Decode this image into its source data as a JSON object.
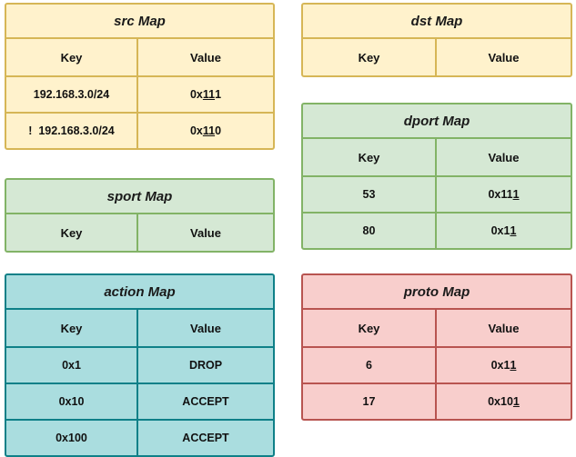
{
  "diagram": {
    "title_suffix": "Map",
    "column_headers": {
      "key": "Key",
      "value": "Value"
    },
    "maps": [
      {
        "id": "src",
        "title": "src Map",
        "color": {
          "border": "#d6b656",
          "fill": "#fff2cc"
        },
        "rows": [
          {
            "key": "192.168.3.0/24",
            "value_prefix": "0x",
            "value_underlined": "11",
            "value_suffix": "1"
          },
          {
            "key": "!  192.168.3.0/24",
            "value_prefix": "0x",
            "value_underlined": "11",
            "value_suffix": "0"
          }
        ]
      },
      {
        "id": "dst",
        "title": "dst Map",
        "color": {
          "border": "#d6b656",
          "fill": "#fff2cc"
        },
        "rows": []
      },
      {
        "id": "sport",
        "title": "sport Map",
        "color": {
          "border": "#82b366",
          "fill": "#d5e8d4"
        },
        "rows": []
      },
      {
        "id": "dport",
        "title": "dport Map",
        "color": {
          "border": "#82b366",
          "fill": "#d5e8d4"
        },
        "rows": [
          {
            "key": "53",
            "value_prefix": "0x11",
            "value_underlined": "1",
            "value_suffix": ""
          },
          {
            "key": "80",
            "value_prefix": "0x1",
            "value_underlined": "1",
            "value_suffix": ""
          }
        ]
      },
      {
        "id": "action",
        "title": "action Map",
        "color": {
          "border": "#0e8088",
          "fill": "#aadddf"
        },
        "rows": [
          {
            "key": "0x1",
            "value_prefix": "DROP",
            "value_underlined": "",
            "value_suffix": ""
          },
          {
            "key": "0x10",
            "value_prefix": "ACCEPT",
            "value_underlined": "",
            "value_suffix": ""
          },
          {
            "key": "0x100",
            "value_prefix": "ACCEPT",
            "value_underlined": "",
            "value_suffix": ""
          }
        ]
      },
      {
        "id": "proto",
        "title": "proto Map",
        "color": {
          "border": "#b85450",
          "fill": "#f8cecc"
        },
        "rows": [
          {
            "key": "6",
            "value_prefix": "0x1",
            "value_underlined": "1",
            "value_suffix": ""
          },
          {
            "key": "17",
            "value_prefix": "0x10",
            "value_underlined": "1",
            "value_suffix": ""
          }
        ]
      }
    ]
  }
}
